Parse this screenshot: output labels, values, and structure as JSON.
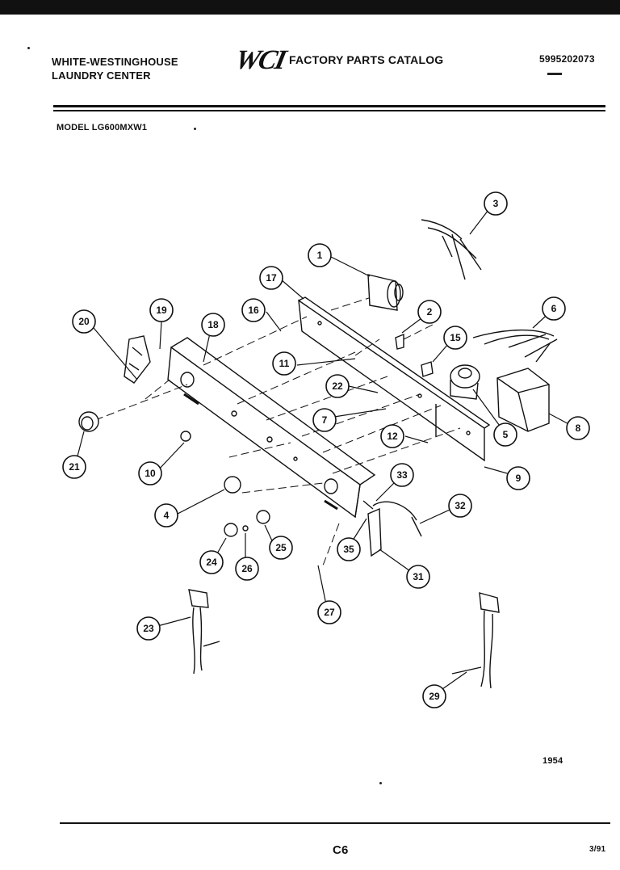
{
  "header": {
    "company_line1": "WHITE-WESTINGHOUSE",
    "company_line2": "LAUNDRY CENTER",
    "logo_text": "WCI",
    "catalog_title": "FACTORY PARTS CATALOG",
    "part_number": "5995202073"
  },
  "model_label": "MODEL LG600MXW1",
  "figure_number": "1954",
  "footer": {
    "page": "C6",
    "date": "3/91"
  },
  "callouts": {
    "c1": "1",
    "c2": "2",
    "c3": "3",
    "c4": "4",
    "c5": "5",
    "c6": "6",
    "c7": "7",
    "c8": "8",
    "c9": "9",
    "c10": "10",
    "c11": "11",
    "c12": "12",
    "c15": "15",
    "c16": "16",
    "c17": "17",
    "c18": "18",
    "c19": "19",
    "c20": "20",
    "c21": "21",
    "c22": "22",
    "c23": "23",
    "c24": "24",
    "c25": "25",
    "c26": "26",
    "c27": "27",
    "c29": "29",
    "c31": "31",
    "c32": "32",
    "c33": "33",
    "c35": "35"
  }
}
